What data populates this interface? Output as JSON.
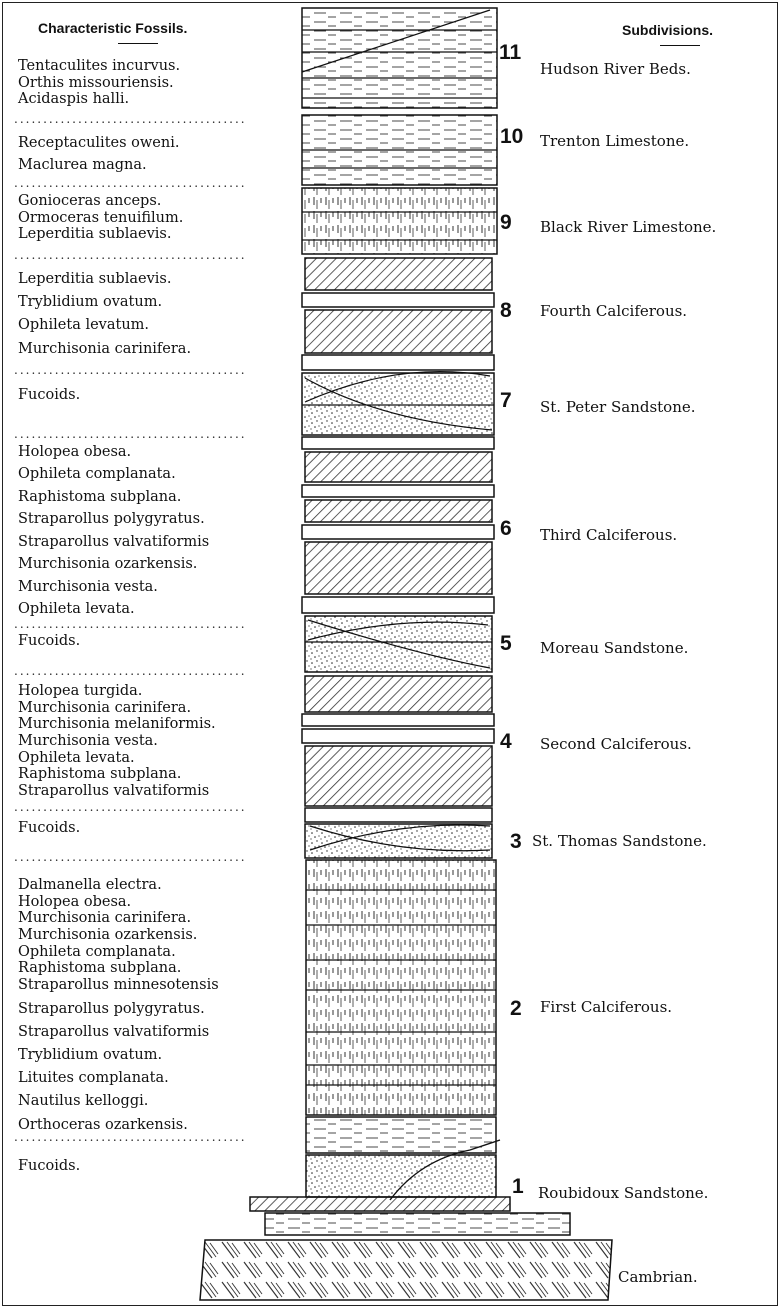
{
  "headers": {
    "fossils": "Characteristic Fossils.",
    "subdivisions": "Subdivisions."
  },
  "fossil_groups": [
    [
      "Tentaculites incurvus.",
      "Orthis missouriensis.",
      "Acidaspis halli."
    ],
    [
      "Receptaculites oweni.",
      "Maclurea magna."
    ],
    [
      "Gonioceras anceps.",
      "Ormoceras tenuifilum.",
      "Leperditia sublaevis."
    ],
    [
      "Leperditia sublaevis.",
      "Tryblidium ovatum.",
      "Ophileta levatum.",
      "Murchisonia carinifera."
    ],
    [
      "Fucoids."
    ],
    [
      "Holopea obesa.",
      "Ophileta complanata.",
      "Raphistoma subplana.",
      "Straparollus polygyratus.",
      "Straparollus valvatiformis",
      "Murchisonia ozarkensis.",
      "Murchisonia vesta.",
      "Ophileta levata."
    ],
    [
      "Fucoids."
    ],
    [
      "Holopea turgida.",
      "Murchisonia carinifera.",
      "Murchisonia melaniformis.",
      "Murchisonia vesta.",
      "Ophileta levata.",
      "Raphistoma subplana.",
      "Straparollus valvatiformis"
    ],
    [
      "Fucoids."
    ],
    [
      "Dalmanella electra.",
      "Holopea obesa.",
      "Murchisonia carinifera.",
      "Murchisonia ozarkensis.",
      "Ophileta complanata.",
      "Raphistoma subplana.",
      "Straparollus minnesotensis",
      "Straparollus polygyratus.",
      "Straparollus valvatiformis",
      "Tryblidium ovatum.",
      "Lituites complanata.",
      "Nautilus kelloggi.",
      "Orthoceras ozarkensis."
    ],
    [
      "Fucoids."
    ]
  ],
  "subdivisions": [
    {
      "num": "11",
      "name": "Hudson River Beds."
    },
    {
      "num": "10",
      "name": "Trenton Limestone."
    },
    {
      "num": "9",
      "name": "Black River Limestone."
    },
    {
      "num": "8",
      "name": "Fourth Calciferous."
    },
    {
      "num": "7",
      "name": "St. Peter Sandstone."
    },
    {
      "num": "6",
      "name": "Third Calciferous."
    },
    {
      "num": "5",
      "name": "Moreau Sandstone."
    },
    {
      "num": "4",
      "name": "Second Calciferous."
    },
    {
      "num": "3",
      "name": "St. Thomas Sandstone."
    },
    {
      "num": "2",
      "name": "First Calciferous."
    },
    {
      "num": "1",
      "name": "Roubidoux Sandstone."
    },
    {
      "num": "",
      "name": "Cambrian."
    }
  ],
  "dots_text": "........................................"
}
